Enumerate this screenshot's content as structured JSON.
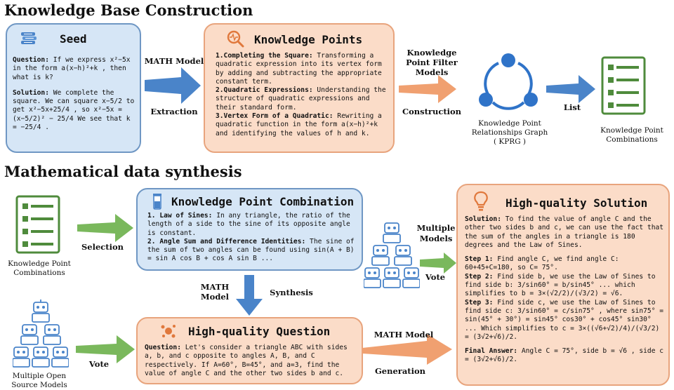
{
  "sections": {
    "kb_title": "Knowledge Base Construction",
    "synth_title": "Mathematical data synthesis"
  },
  "seed": {
    "title": "Seed",
    "question_label": "Question:",
    "question_text": "If we express x²−5x in the form a(x−h)²+k , then what is k?",
    "solution_label": "Solution:",
    "solution_text": "We complete the square. We can square x−5/2 to get x²−5x+25/4 , so x²−5x = (x−5/2)² − 25/4 We see that k = −25/4 ."
  },
  "arrows_top": {
    "math_model": "MATH Model",
    "extraction": "Extraction",
    "filter_models": "Knowledge Point Filter Models",
    "construction": "Construction",
    "list": "List"
  },
  "knowledge_points": {
    "title": "Knowledge Points",
    "items": [
      {
        "label": "1.Completing the Square:",
        "text": "Transforming a quadratic expression into its vertex form by adding and subtracting the appropriate constant term."
      },
      {
        "label": "2.Quadratic Expressions:",
        "text": "Understanding the structure of quadratic expressions and their standard form."
      },
      {
        "label": "3.Vertex Form of a Quadratic:",
        "text": "Rewriting a quadratic function in the form a(x−h)²+k and identifying the values of h and k."
      }
    ]
  },
  "kprg": {
    "caption_line1": "Knowledge Point",
    "caption_line2": "Relationships Graph",
    "caption_line3": "( KPRG )"
  },
  "kp_combinations_top": {
    "caption_line1": "Knowledge Point",
    "caption_line2": "Combinations"
  },
  "kp_combinations_left": {
    "caption_line1": "Knowledge Point",
    "caption_line2": "Combinations"
  },
  "selection_label": "Selection",
  "kp_combination": {
    "title": "Knowledge Point Combination",
    "items": [
      {
        "label": "1. Law of Sines:",
        "text": "In any triangle, the ratio of the length of a side to the sine of its opposite angle is constant."
      },
      {
        "label": "2. Angle Sum and Difference Identities:",
        "text": "The sine of the sum of two angles can be found using sin(A + B) = sin A cos B + cos A sin B ..."
      }
    ]
  },
  "middle_arrow": {
    "math_model": "MATH",
    "math_model2": "Model",
    "synthesis": "Synthesis"
  },
  "open_source": {
    "caption_line1": "Multiple Open",
    "caption_line2": "Source Models",
    "vote": "Vote"
  },
  "question_box": {
    "title": "High-quality Question",
    "label": "Question:",
    "text": "Let's consider a triangle ABC with sides a, b, and c opposite to angles A, B, and C respectively. If A=60°, B=45°, and a=3, find the value of angle C and the other two sides b and c."
  },
  "bottom_arrow": {
    "math_model": "MATH Model",
    "generation": "Generation"
  },
  "multiple_models": {
    "line1": "Multiple",
    "line2": "Models",
    "vote": "Vote"
  },
  "solution_box": {
    "title": "High-quality Solution",
    "intro_label": "Solution:",
    "intro": "To find the value of angle C and the other two sides b and c, we can use the fact that the sum of the angles in a triangle is 180 degrees and the Law of Sines.",
    "step1_label": "Step 1:",
    "step1": "Find angle C, we find angle C: 60+45+C=180, so C= 75°.",
    "step2_label": "Step 2:",
    "step2": "Find side b, we use the Law of Sines to find side b: 3/sin60° = b/sin45° ... which simplifies to b = 3×(√2/2)/(√3/2) = √6.",
    "step3_label": "Step 3:",
    "step3": "Find side c, we use the Law of Sines to find side c: 3/sin60° = c/sin75° , where sin75° = sin(45° + 30°) = sin45° cos30° + cos45° sin30° ... Which simplifies to c = 3×((√6+√2)/4)/(√3/2) = (3√2+√6)/2.",
    "final_label": "Final Answer:",
    "final": "Angle C = 75°, side b = √6 , side c = (3√2+√6)/2."
  },
  "colors": {
    "blue_fill": "#d6e6f6",
    "blue_border": "#6f97c4",
    "orange_fill": "#fbdcc8",
    "orange_border": "#e8a47d",
    "arrow_blue": "#4a84c9",
    "arrow_orange": "#f0a070",
    "arrow_green": "#7ab85c",
    "graph_blue": "#2f73c8",
    "list_green": "#4f8b3c"
  }
}
